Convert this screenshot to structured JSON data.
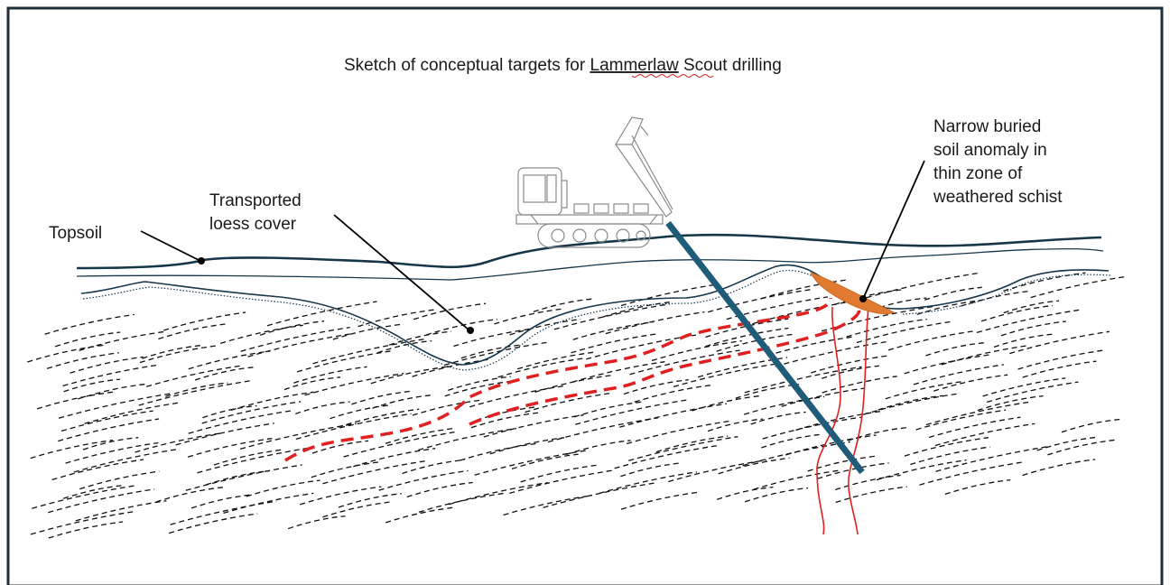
{
  "diagram": {
    "title_pre": "Sketch of conceptual targets for ",
    "title_link": "Lammerlaw",
    "title_post": " Scout drilling",
    "labels": {
      "topsoil": "Topsoil",
      "loess_line1": "Transported",
      "loess_line2": "loess cover",
      "anomaly_line1": "Narrow buried",
      "anomaly_line2": "soil anomaly in",
      "anomaly_line3": "thin zone of",
      "anomaly_line4": "weathered schist"
    },
    "colors": {
      "border": "#1f2f3a",
      "ground_line": "#16364a",
      "drill_hole": "#1f5c7a",
      "vein": "#e02020",
      "anomaly": "#e07a30",
      "schist": "#111111",
      "rig": "#8a8a8a"
    }
  }
}
